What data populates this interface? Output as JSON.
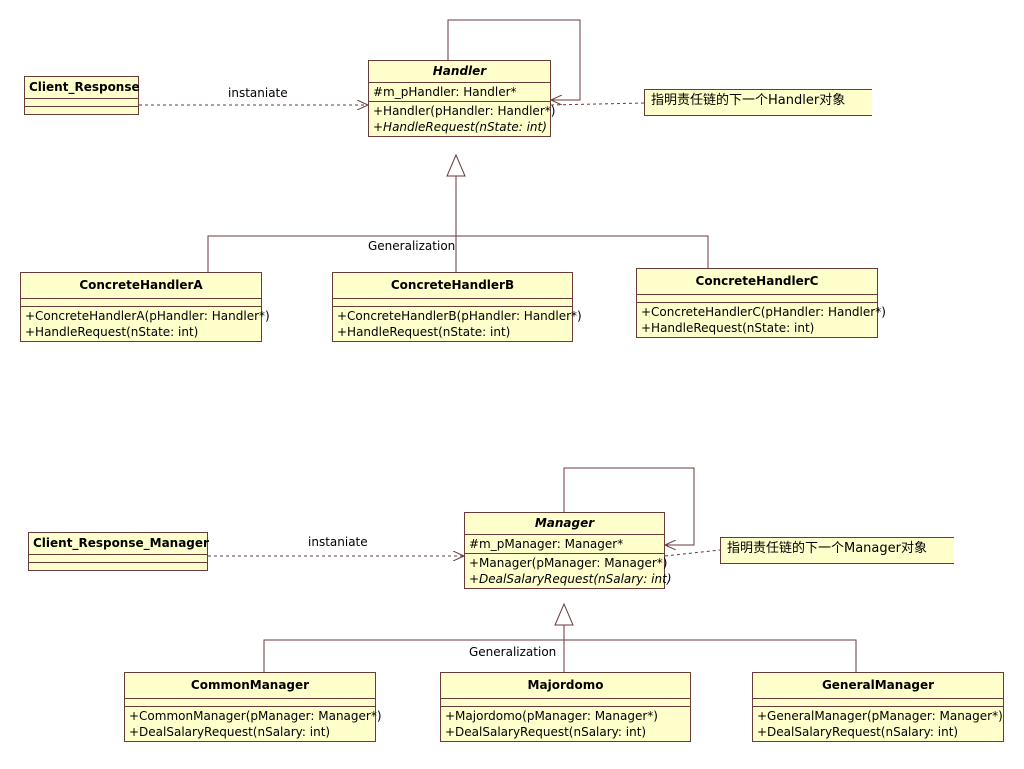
{
  "diagram1": {
    "client": {
      "name": "Client_Response"
    },
    "handler": {
      "name": "Handler",
      "attribute": "#m_pHandler: Handler*",
      "ops": [
        "+Handler(pHandler: Handler*)",
        "+HandleRequest(nState: int)"
      ]
    },
    "note": "指明责任链的下一个Handler对象",
    "instantiate_label": "instaniate",
    "generalization_label": "Generalization",
    "concrete": [
      {
        "name": "ConcreteHandlerA",
        "ops": [
          "+ConcreteHandlerA(pHandler: Handler*)",
          "+HandleRequest(nState: int)"
        ]
      },
      {
        "name": "ConcreteHandlerB",
        "ops": [
          "+ConcreteHandlerB(pHandler: Handler*)",
          "+HandleRequest(nState: int)"
        ]
      },
      {
        "name": "ConcreteHandlerC",
        "ops": [
          "+ConcreteHandlerC(pHandler: Handler*)",
          "+HandleRequest(nState: int)"
        ]
      }
    ]
  },
  "diagram2": {
    "client": {
      "name": "Client_Response_Manager"
    },
    "manager": {
      "name": "Manager",
      "attribute": "#m_pManager: Manager*",
      "ops": [
        "+Manager(pManager: Manager*)",
        "+DealSalaryRequest(nSalary: int)"
      ]
    },
    "note": "指明责任链的下一个Manager对象",
    "instantiate_label": "instaniate",
    "generalization_label": "Generalization",
    "concrete": [
      {
        "name": "CommonManager",
        "ops": [
          "+CommonManager(pManager: Manager*)",
          "+DealSalaryRequest(nSalary: int)"
        ]
      },
      {
        "name": "Majordomo",
        "ops": [
          "+Majordomo(pManager: Manager*)",
          "+DealSalaryRequest(nSalary: int)"
        ]
      },
      {
        "name": "GeneralManager",
        "ops": [
          "+GeneralManager(pManager: Manager*)",
          "+DealSalaryRequest(nSalary: int)"
        ]
      }
    ]
  },
  "colors": {
    "class_fill": "#ffffcc",
    "border": "#6b3a3a"
  }
}
